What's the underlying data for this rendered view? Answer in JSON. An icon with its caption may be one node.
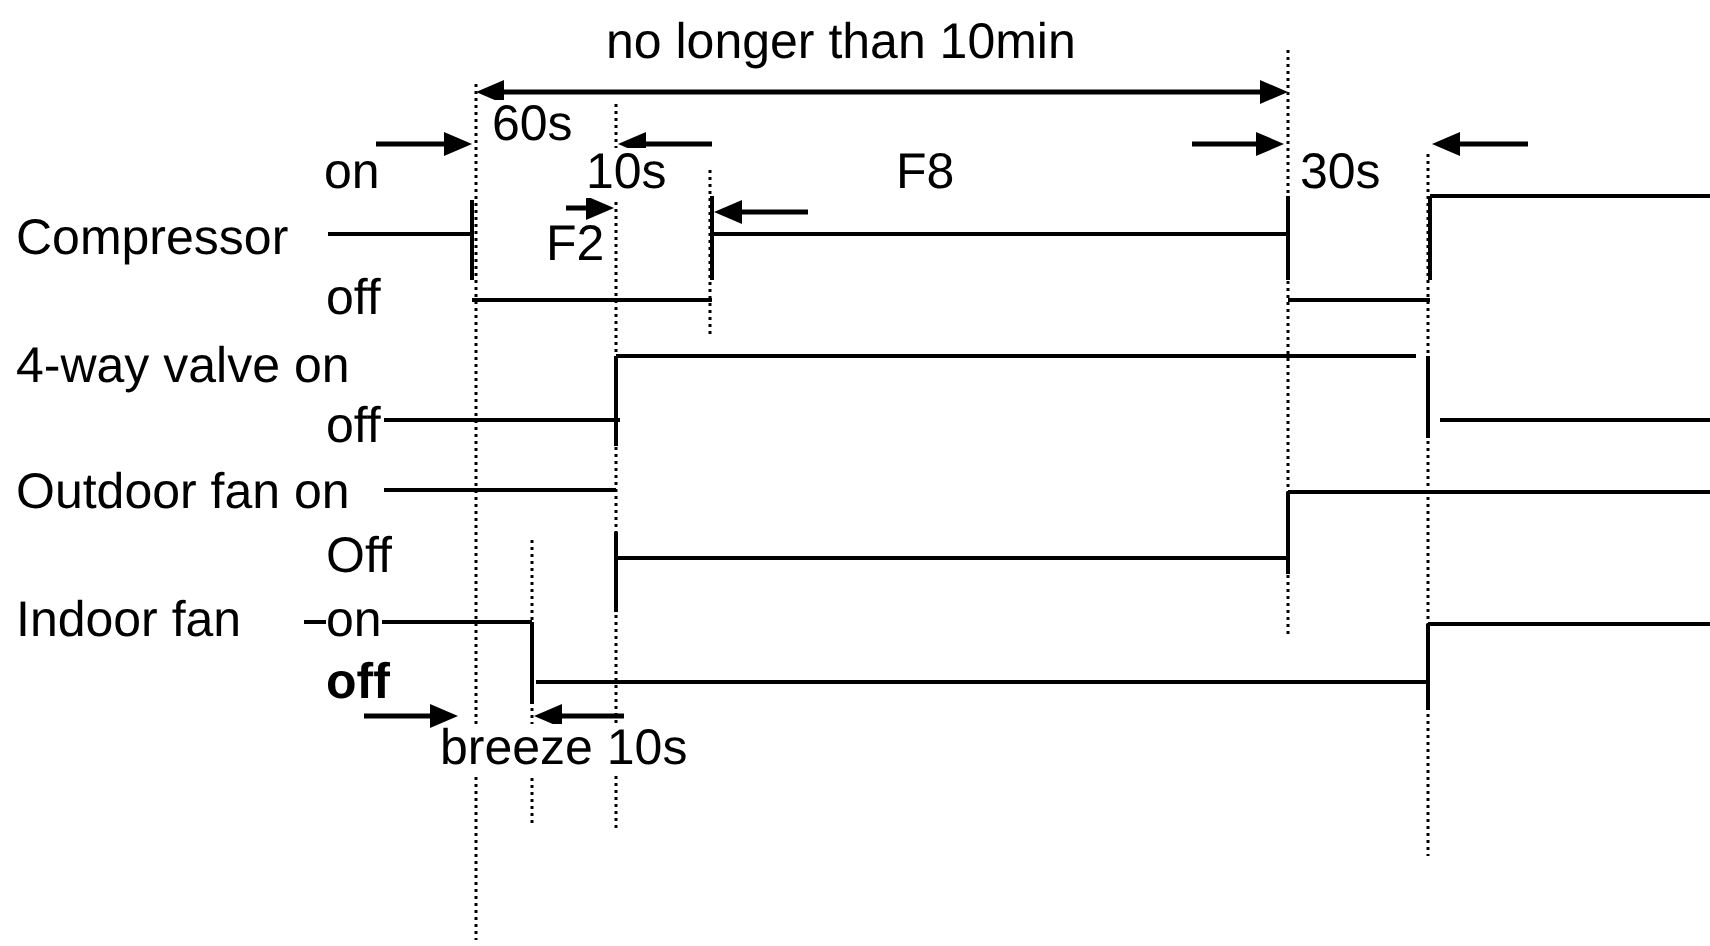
{
  "diagram": {
    "labels": [
      "no longer than 10min",
      "60s",
      "on",
      "10s",
      "F8",
      "30s",
      "Compressor",
      "F2",
      "off",
      "4-way valve on",
      "off",
      "Outdoor fan on",
      "Off",
      "Indoor fan",
      "on",
      "off",
      "breeze 10s"
    ]
  }
}
